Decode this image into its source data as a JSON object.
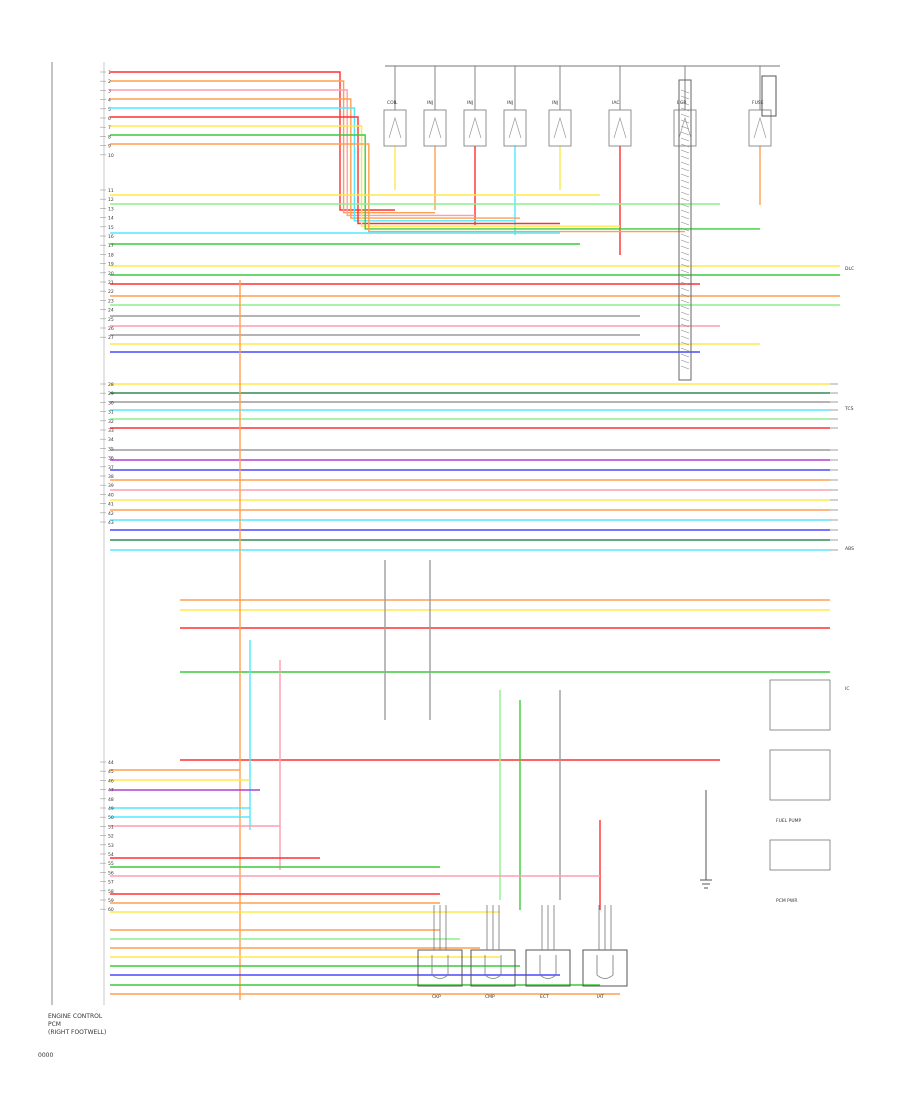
{
  "diagram": {
    "caption_lines": [
      "ENGINE CONTROL",
      "PCM",
      "(RIGHT FOOTWELL)"
    ],
    "footer_code": "0000",
    "wire_colors": {
      "BLK": "#222222",
      "BRN": "#a0522d",
      "RED": "#ff3030",
      "ORG": "#ffa050",
      "YEL": "#ffe84a",
      "GRN": "#3ccc3c",
      "LT GRN": "#8ef08e",
      "DK GRN": "#2e8b57",
      "BLU": "#4848ff",
      "LT BLU": "#50e8ff",
      "PPL": "#b040d0",
      "PNK": "#ff9db0",
      "WHT": "#e8e8e8",
      "GRY": "#9c9c9c",
      "TAN": "#d8b878"
    },
    "pcm_pin_groups": [
      {
        "pins": [
          "1",
          "2",
          "3",
          "4",
          "5",
          "6",
          "7",
          "8",
          "9",
          "10"
        ]
      },
      {
        "pins": [
          "11",
          "12",
          "13",
          "14",
          "15",
          "16",
          "17",
          "18",
          "19",
          "20",
          "21",
          "22",
          "23",
          "24",
          "25",
          "26",
          "27"
        ]
      },
      {
        "pins": [
          "28",
          "29",
          "30",
          "31",
          "32",
          "33",
          "34",
          "35",
          "36",
          "37",
          "38",
          "39",
          "40",
          "41",
          "42",
          "43"
        ]
      },
      {
        "pins": [
          "44",
          "45",
          "46",
          "47",
          "48",
          "49",
          "50",
          "51",
          "52",
          "53",
          "54",
          "55",
          "56",
          "57",
          "58",
          "59",
          "60"
        ]
      }
    ],
    "top_components": [
      {
        "label": "COIL"
      },
      {
        "label": "INJ"
      },
      {
        "label": "INJ"
      },
      {
        "label": "INJ"
      },
      {
        "label": "INJ"
      },
      {
        "label": "IAC"
      },
      {
        "label": "EGR"
      },
      {
        "label": "FUSE"
      }
    ],
    "right_connectors": [
      {
        "label": "DLC"
      },
      {
        "label": "TCS"
      },
      {
        "label": "ABS"
      },
      {
        "label": "IC"
      }
    ],
    "bottom_sensors": [
      {
        "label": "CKP"
      },
      {
        "label": "CMP"
      },
      {
        "label": "ECT"
      },
      {
        "label": "IAT"
      }
    ],
    "relay_boxes": [
      {
        "label": "FUEL PUMP"
      },
      {
        "label": "PCM PWR"
      }
    ]
  }
}
